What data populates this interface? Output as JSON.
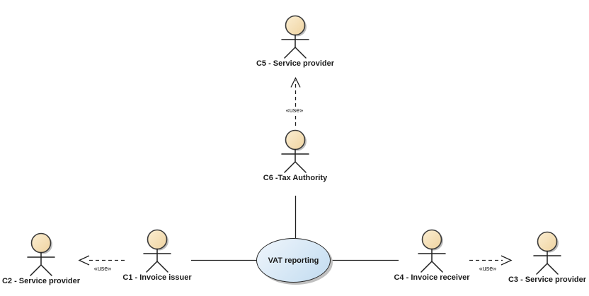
{
  "diagram": {
    "actors": [
      {
        "label": "C5 - Service provider"
      },
      {
        "label": "C6 -Tax Authority"
      },
      {
        "label": "C1 - Invoice issuer"
      },
      {
        "label": "C2 - Service provider"
      },
      {
        "label": "C4 - Invoice receiver"
      },
      {
        "label": "C3 - Service provider"
      }
    ],
    "use_case": {
      "label": "VAT reporting"
    },
    "connector_stereotype": "«use»",
    "colors": {
      "background": "#FFFFFF",
      "actor_head_fill": "#F6E0B4",
      "actor_outline": "#3B3B3B",
      "usecase_fill_top": "#EDF4FB",
      "usecase_fill_bottom": "#C4DDF1",
      "usecase_outline": "#262626",
      "line": "#1F1F1F",
      "shadow": "#C0C0C0"
    }
  }
}
